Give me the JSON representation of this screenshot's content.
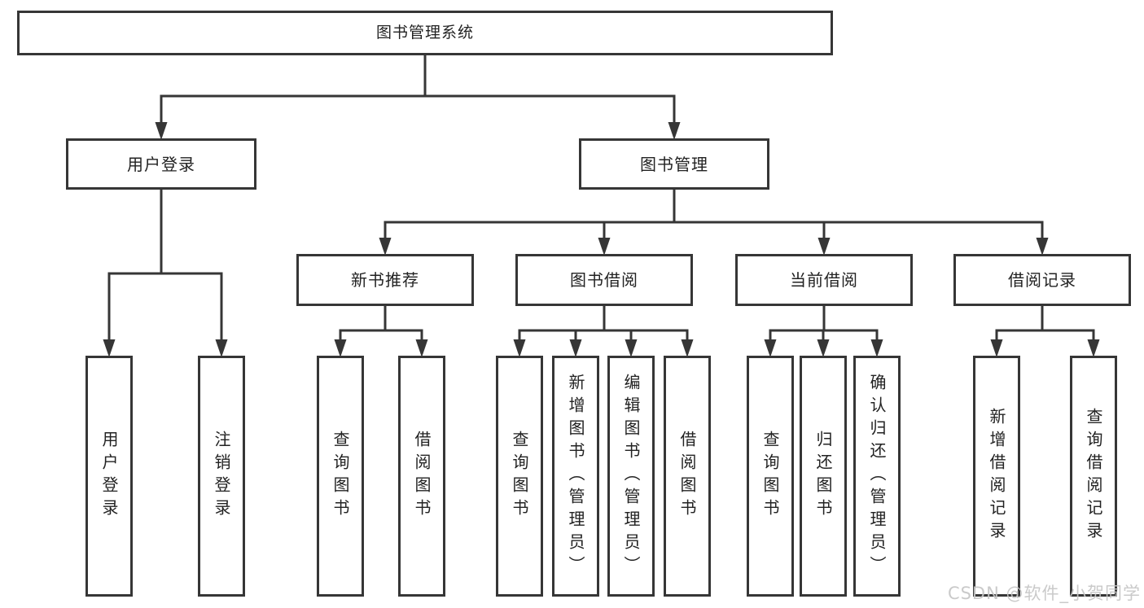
{
  "diagram": {
    "title": "图书管理系统",
    "watermark": "CSDN @软件_小贺同学",
    "colors": {
      "line": "#363636",
      "text": "#222222",
      "background": "#ffffff",
      "watermark": "#c6c6c6"
    },
    "nodes": [
      {
        "id": "root",
        "label": "图书管理系统",
        "level": 1,
        "parent": null
      },
      {
        "id": "user-login",
        "label": "用户登录",
        "level": 2,
        "parent": "root"
      },
      {
        "id": "book-mgmt",
        "label": "图书管理",
        "level": 2,
        "parent": "root"
      },
      {
        "id": "new-book-rec",
        "label": "新书推荐",
        "level": 3,
        "parent": "book-mgmt"
      },
      {
        "id": "book-borrow",
        "label": "图书借阅",
        "level": 3,
        "parent": "book-mgmt"
      },
      {
        "id": "current-borrow",
        "label": "当前借阅",
        "level": 3,
        "parent": "book-mgmt"
      },
      {
        "id": "borrow-records",
        "label": "借阅记录",
        "level": 3,
        "parent": "book-mgmt"
      },
      {
        "id": "leaf-user-login",
        "label": "用户登录",
        "level": 4,
        "parent": "user-login"
      },
      {
        "id": "leaf-logout",
        "label": "注销登录",
        "level": 4,
        "parent": "user-login"
      },
      {
        "id": "leaf-nbr-query",
        "label": "查询图书",
        "level": 4,
        "parent": "new-book-rec"
      },
      {
        "id": "leaf-nbr-borrow",
        "label": "借阅图书",
        "level": 4,
        "parent": "new-book-rec"
      },
      {
        "id": "leaf-bb-query",
        "label": "查询图书",
        "level": 4,
        "parent": "book-borrow"
      },
      {
        "id": "leaf-bb-add",
        "label": "新增图书（管理员）",
        "level": 4,
        "parent": "book-borrow"
      },
      {
        "id": "leaf-bb-edit",
        "label": "编辑图书（管理员）",
        "level": 4,
        "parent": "book-borrow"
      },
      {
        "id": "leaf-bb-borrow",
        "label": "借阅图书",
        "level": 4,
        "parent": "book-borrow"
      },
      {
        "id": "leaf-cb-query",
        "label": "查询图书",
        "level": 4,
        "parent": "current-borrow"
      },
      {
        "id": "leaf-cb-return",
        "label": "归还图书",
        "level": 4,
        "parent": "current-borrow"
      },
      {
        "id": "leaf-cb-confirm",
        "label": "确认归还（管理员）",
        "level": 4,
        "parent": "current-borrow"
      },
      {
        "id": "leaf-br-add",
        "label": "新增借阅记录",
        "level": 4,
        "parent": "borrow-records"
      },
      {
        "id": "leaf-br-query",
        "label": "查询借阅记录",
        "level": 4,
        "parent": "borrow-records"
      }
    ]
  }
}
